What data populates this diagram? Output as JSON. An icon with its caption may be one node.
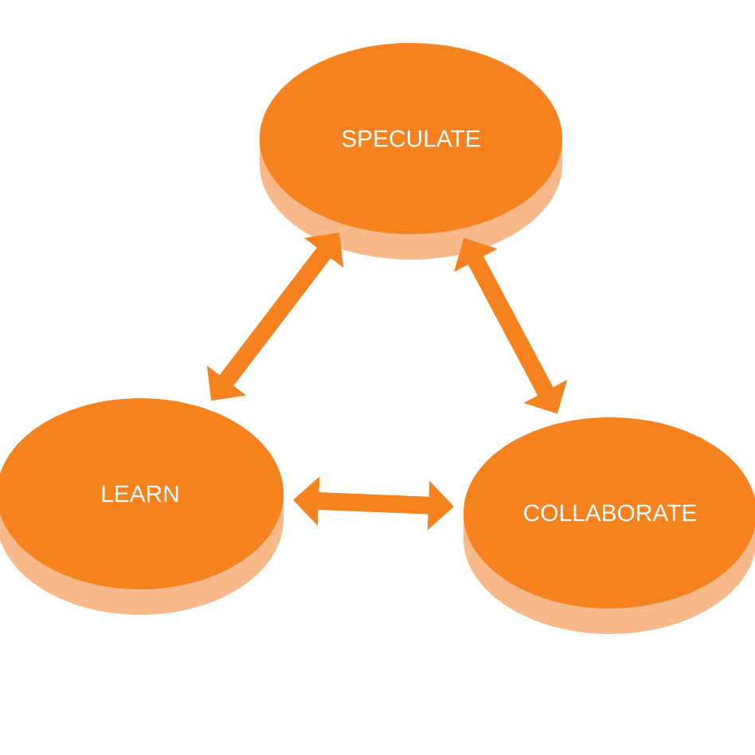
{
  "diagram": {
    "nodes": [
      {
        "text": [
          "SPECULATE"
        ]
      },
      {
        "text": [
          "LEARN"
        ]
      },
      {
        "text": [
          "COLLABORATE"
        ]
      }
    ],
    "edges": [
      {
        "from": 0,
        "to": 1,
        "arrow": "both"
      },
      {
        "from": 0,
        "to": 2,
        "arrow": "both"
      },
      {
        "from": 1,
        "to": 2,
        "arrow": "both"
      }
    ]
  }
}
